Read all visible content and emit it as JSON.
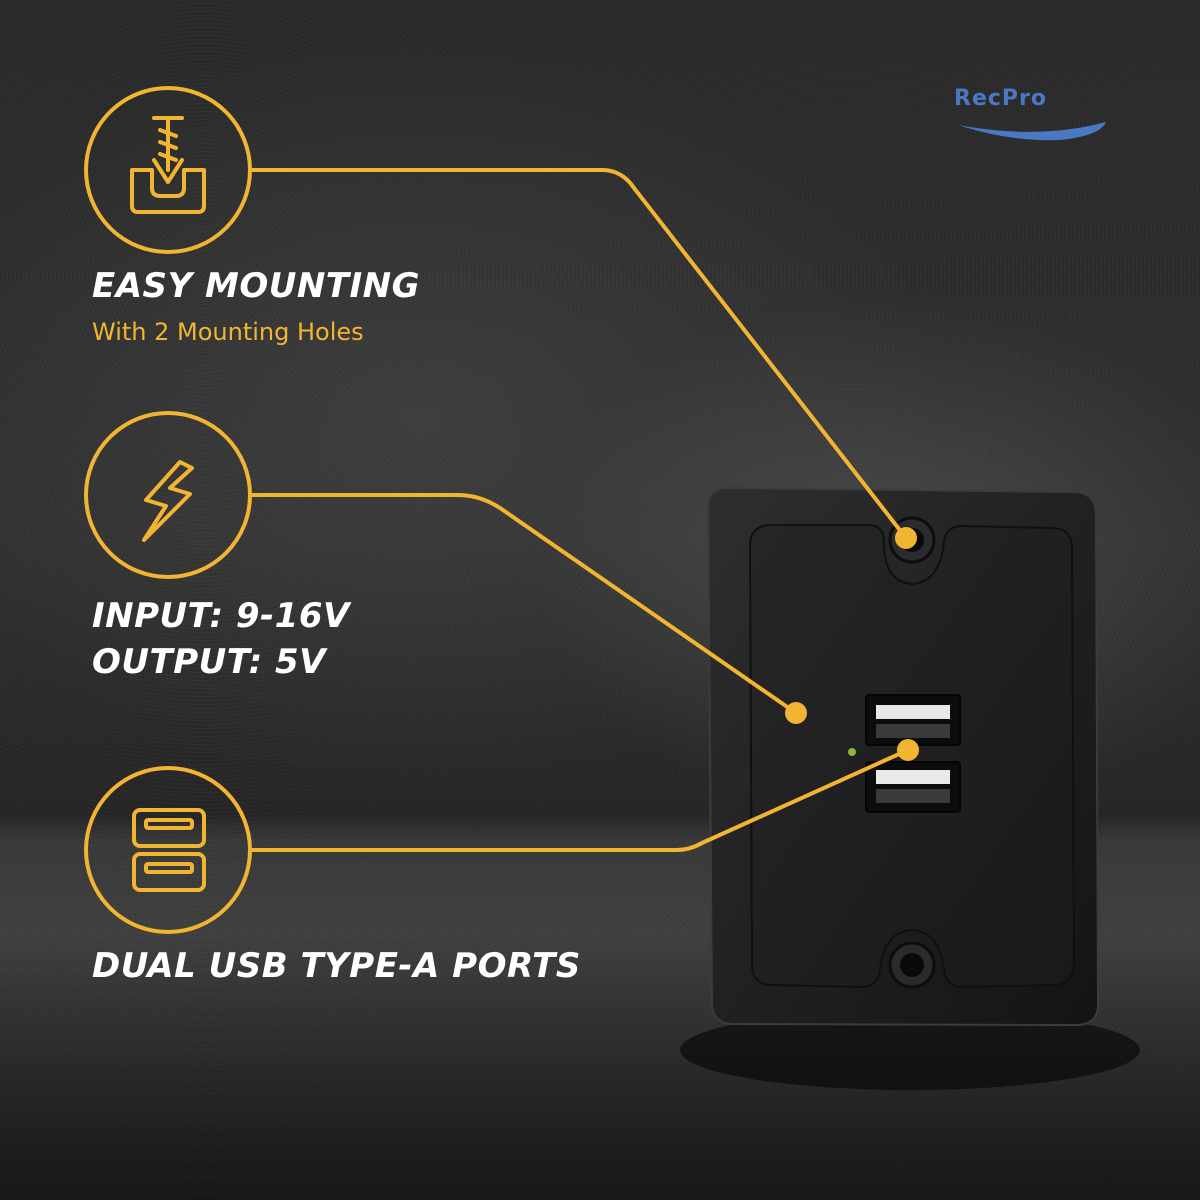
{
  "brand": {
    "logo_text": "RecPro"
  },
  "colors": {
    "accent": "#f2b531",
    "text": "#ffffff",
    "brand_blue": "#4a78c2"
  },
  "features": [
    {
      "icon": "screw-mount-icon",
      "title": "EASY MOUNTING",
      "subtitle": "With 2 Mounting Holes"
    },
    {
      "icon": "lightning-bolt-icon",
      "title": "INPUT: 9-16V",
      "title2": "OUTPUT: 5V"
    },
    {
      "icon": "usb-ports-icon",
      "title": "DUAL USB TYPE-A PORTS"
    }
  ]
}
